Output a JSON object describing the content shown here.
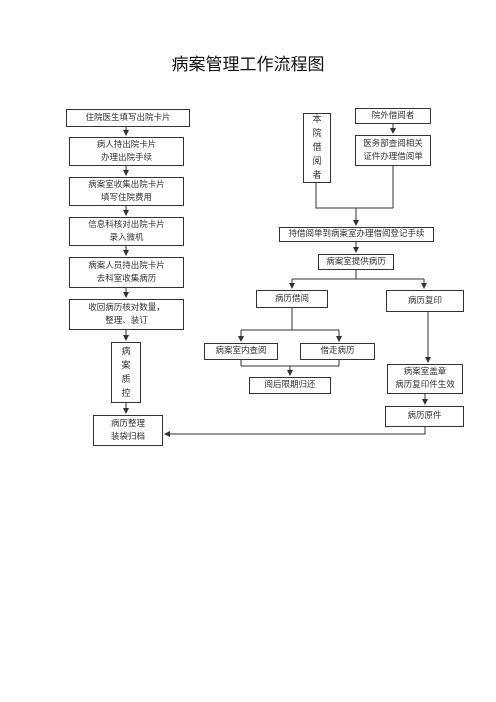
{
  "title": "病案管理工作流程图",
  "left_column": {
    "step1": "住院医生填写出院卡片",
    "step2": "病人持出院卡片\n办理出院手续",
    "step3": "病案室收集出院卡片\n填写住院费用",
    "step4": "信息科核对出院卡片\n录入微机",
    "step5": "病案人员持出院卡片\n去科室收集病历",
    "step6": "收回病历核对数量，\n整理、装订",
    "quality": "病案质控",
    "archive": "病历整理\n装袋归档"
  },
  "right_column": {
    "internal_borrow": "本院借阅者",
    "external_borrow": "院外借阅者",
    "medical_dept": "医务部查阅相关\n证件办理借阅单",
    "register": "持借阅单到病案室办理借阅登记手续",
    "provide": "病案室提供病历",
    "borrow": "病历借阅",
    "copy": "病历复印",
    "read_in_room": "病案室内查阅",
    "take_out": "借走病历",
    "return": "阅后限期归还",
    "stamp": "病案室盖章\n病历复印件生效",
    "original": "病历原件"
  }
}
